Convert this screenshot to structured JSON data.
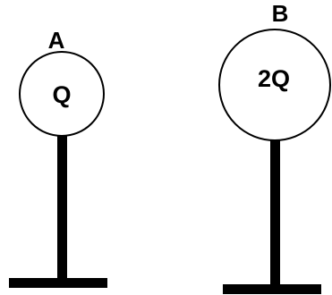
{
  "figure": {
    "sphere_a": {
      "label": "A",
      "charge": "Q"
    },
    "sphere_b": {
      "label": "B",
      "charge": "2Q"
    },
    "colors": {
      "stroke": "#000000",
      "fill": "#ffffff",
      "background": "#ffffff"
    }
  }
}
